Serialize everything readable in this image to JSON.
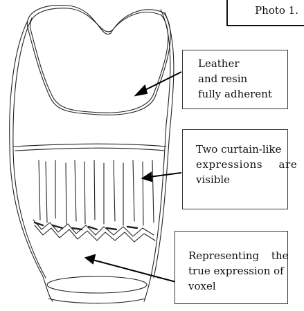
{
  "photo_label": "Photo 1.",
  "annotations": [
    {
      "lines": [
        "Leather",
        "and resin",
        "fully adherent"
      ]
    },
    {
      "lines": [
        "Two curtain-like",
        "expressions are",
        "visible"
      ]
    },
    {
      "lines": [
        "Representing the",
        "true expression of",
        "voxel"
      ]
    }
  ]
}
